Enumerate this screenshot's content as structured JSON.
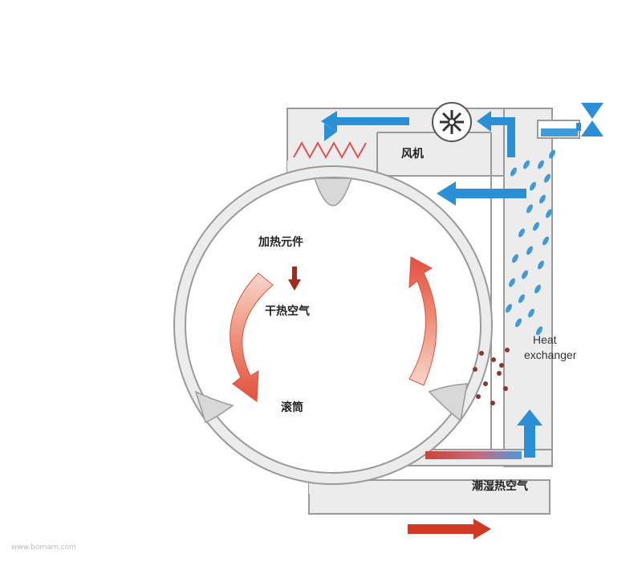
{
  "labels": {
    "fan": "风机",
    "heating_element": "加热元件",
    "dry_hot_air": "干热空气",
    "drum": "滚筒",
    "heat_exchanger_line1": "Heat",
    "heat_exchanger_line2": "exchanger",
    "humid_hot_air": "潮湿热空气"
  },
  "watermark": "www.bomarn.com",
  "icons": [
    "fan-icon",
    "valve-icon",
    "heating-coil-icon"
  ],
  "colors": {
    "duct_fill": "#ececec",
    "duct_stroke": "#9a9a9a",
    "cool_flow": "#2a8fd4",
    "water_drops": "#3f9ad8",
    "hot_flow": "#e2503d",
    "dark_hot_arrow": "#a12a1c",
    "lint_dots": "#8a3a2a",
    "coil": "#e05050"
  }
}
